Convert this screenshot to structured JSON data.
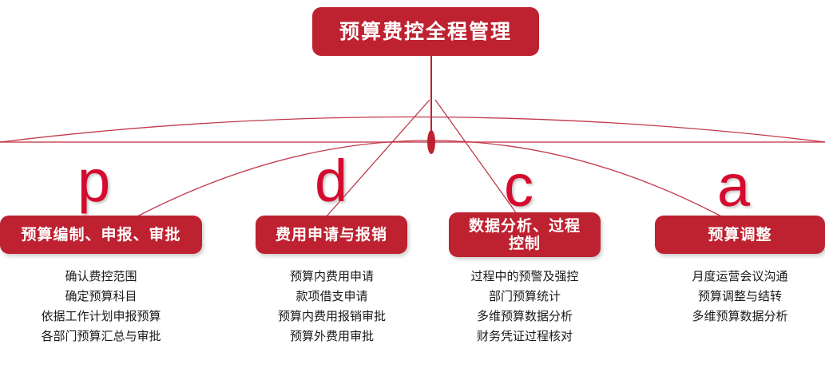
{
  "diagram": {
    "title": "预算费控全程管理",
    "accent_color": "#BE2230",
    "letter_color": "#D60A2E",
    "phase_letters": [
      "p",
      "d",
      "c",
      "a"
    ],
    "columns": [
      {
        "letter": "p",
        "heading": "预算编制、申报、审批",
        "items": [
          "确认费控范围",
          "确定预算科目",
          "依据工作计划申报预算",
          "各部门预算汇总与审批"
        ]
      },
      {
        "letter": "d",
        "heading": "费用申请与报销",
        "items": [
          "预算内费用申请",
          "款项借支申请",
          "预算内费用报销审批",
          "预算外费用审批"
        ]
      },
      {
        "letter": "c",
        "heading_line1": "数据分析、过程",
        "heading_line2": "控制",
        "heading": "数据分析、过程控制",
        "items": [
          "过程中的预警及强控",
          "部门预算统计",
          "多维预算数据分析",
          "财务凭证过程核对"
        ]
      },
      {
        "letter": "a",
        "heading": "预算调整",
        "items": [
          "月度运营会议沟通",
          "预算调整与结转",
          "多维预算数据分析"
        ]
      }
    ]
  }
}
